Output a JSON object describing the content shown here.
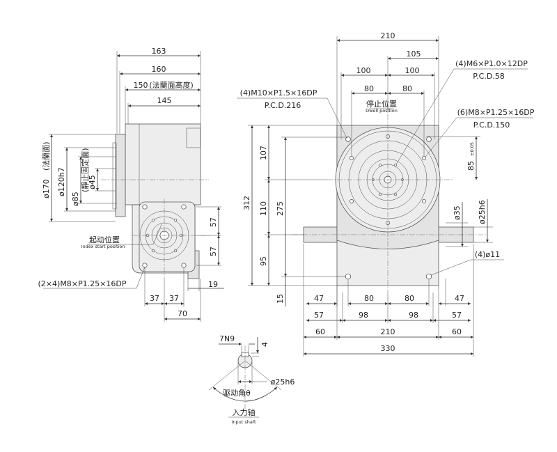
{
  "side_view": {
    "dims": {
      "d163": "163",
      "d160": "160",
      "d150": "150",
      "d150_note": "(法蘭面高度)",
      "d145": "145",
      "d170": "ø170",
      "d170_note": "(法蘭面)",
      "d120": "ø120h7",
      "d85": "ø85",
      "d85_note": "(靜止固定面)",
      "d45": "ø45",
      "d57a": "57",
      "d57b": "57",
      "d19": "19",
      "d37a": "37",
      "d37b": "37",
      "d70": "70"
    },
    "index_start_cn": "起动位置",
    "index_start_en": "Index start position",
    "bolt_note": "(2×4)M8×P1.25×16DP"
  },
  "front_view": {
    "top_dims": {
      "d210": "210",
      "d105": "105",
      "d100a": "100",
      "d100b": "100",
      "d80a": "80",
      "d80b": "80"
    },
    "dwell_cn": "停止位置",
    "dwell_en": "Dwell position",
    "notes": {
      "m10": "(4)M10×P1.5×16DP",
      "m10_pcd": "P.C.D.216",
      "m6": "(4)M6×P1.0×12DP",
      "m6_pcd": "P.C.D.58",
      "m8": "(6)M8×P1.25×16DP",
      "m8_pcd": "P.C.D.150",
      "hole11": "(4)ø11"
    },
    "left_dims": {
      "d312": "312",
      "d107": "107",
      "d110": "110",
      "d95": "95",
      "d275": "275",
      "d15": "15"
    },
    "right_dims": {
      "d85": "85",
      "d85_tol": "±0.05",
      "d35": "ø35",
      "d25": "ø25h6"
    },
    "bottom_dims": {
      "d47a": "47",
      "d47b": "47",
      "d80a": "80",
      "d80b": "80",
      "d57a": "57",
      "d57b": "57",
      "d98a": "98",
      "d98b": "98",
      "d60a": "60",
      "d60b": "60",
      "d210": "210",
      "d330": "330"
    }
  },
  "shaft_detail": {
    "key": "7N9",
    "depth": "4",
    "dia": "ø25h6",
    "angle": "驱动角θ",
    "title_cn": "入力轴",
    "title_en": "Input shaft"
  }
}
